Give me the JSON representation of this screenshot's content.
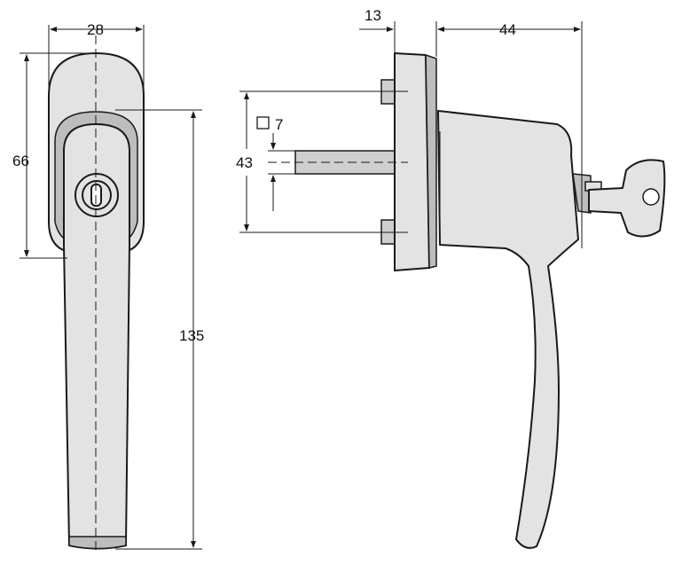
{
  "dimensions": {
    "front_width": "28",
    "front_head_height": "66",
    "front_total_height": "135",
    "side_plate_depth": "13",
    "side_handle_depth": "44",
    "side_screw_spacing": "43",
    "spindle_square": "7"
  },
  "colors": {
    "part_fill": "#e3e3e3",
    "outline": "#1a1a1a"
  }
}
